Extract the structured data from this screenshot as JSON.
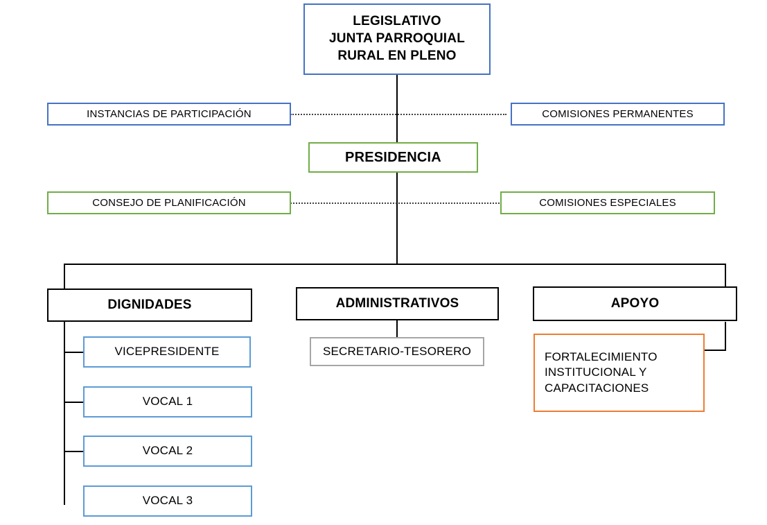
{
  "diagram": {
    "title": "Organigrama - Junta Parroquial Rural",
    "colors": {
      "blue": "#4472C4",
      "light_blue": "#5B9BD5",
      "green": "#70AD47",
      "black": "#000000",
      "gray": "#A6A6A6",
      "orange": "#ED7D31"
    },
    "nodes": {
      "legislativo": "LEGISLATIVO\nJUNTA PARROQUIAL\nRURAL EN PLENO",
      "instancias_participacion": "INSTANCIAS  DE PARTICIPACIÓN",
      "comisiones_permanentes": "COMISIONES  PERMANENTES",
      "presidencia": "PRESIDENCIA",
      "consejo_planificacion": "CONSEJO DE PLANIFICACIÓN",
      "comisiones_especiales": "COMISIONES  ESPECIALES",
      "dignidades": "DIGNIDADES",
      "administrativos": "ADMINISTRATIVOS",
      "apoyo": "APOYO",
      "vicepresidente": "VICEPRESIDENTE",
      "vocal_1": "VOCAL 1",
      "vocal_2": "VOCAL 2",
      "vocal_3": "VOCAL 3",
      "secretario_tesorero": "SECRETARIO-TESORERO",
      "fortalecimiento": "FORTALECIMIENTO\nINSTITUCIONAL   Y\nCAPACITACIONES"
    }
  }
}
